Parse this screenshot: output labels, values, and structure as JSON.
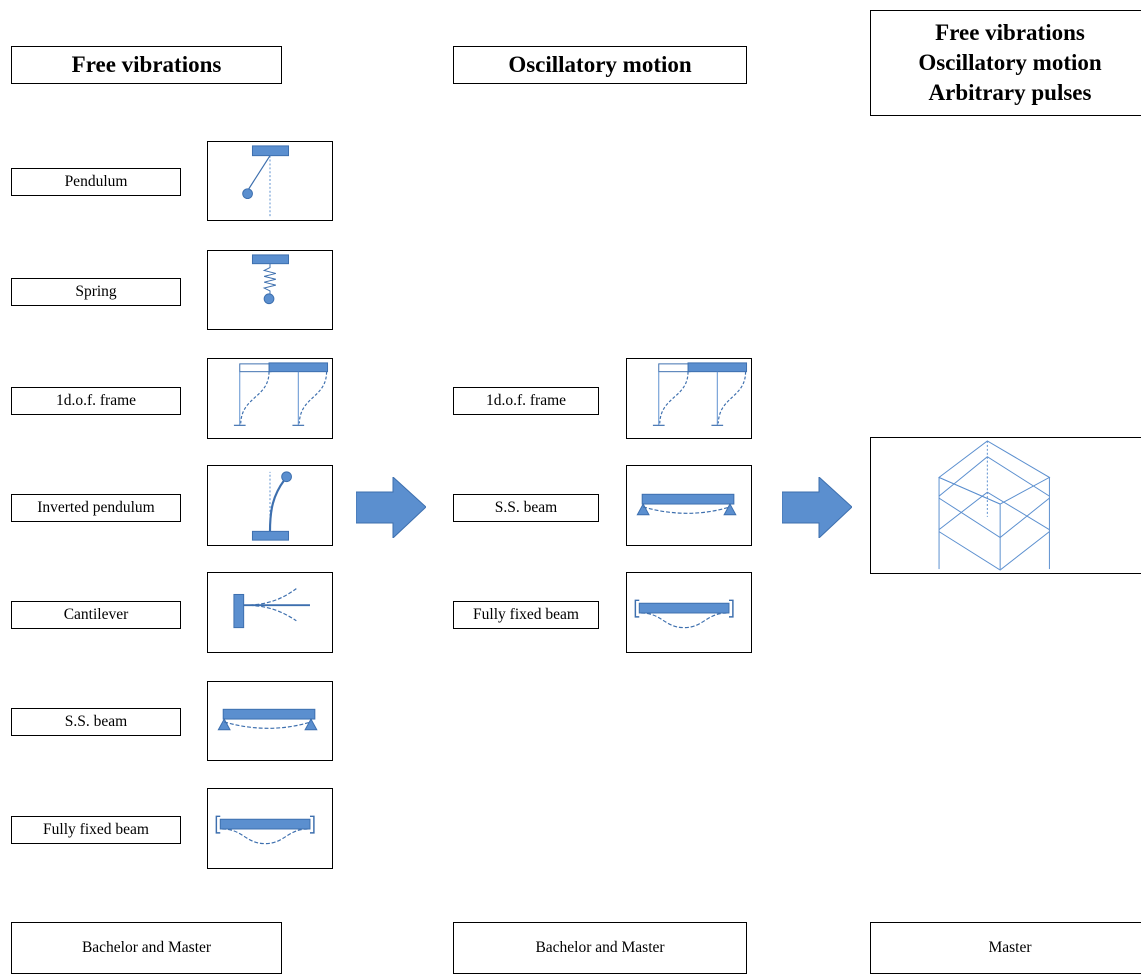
{
  "columns": [
    {
      "header": [
        "Free vibrations"
      ],
      "items": [
        {
          "label": "Pendulum",
          "figure": "pendulum"
        },
        {
          "label": "Spring",
          "figure": "spring"
        },
        {
          "label": "1d.o.f. frame",
          "figure": "frame"
        },
        {
          "label": "Inverted pendulum",
          "figure": "inverted-pendulum"
        },
        {
          "label": "Cantilever",
          "figure": "cantilever"
        },
        {
          "label": "S.S. beam",
          "figure": "ss-beam"
        },
        {
          "label": "Fully fixed beam",
          "figure": "fixed-beam"
        }
      ],
      "footer": "Bachelor and Master"
    },
    {
      "header": [
        "Oscillatory motion"
      ],
      "items": [
        {
          "label": "1d.o.f. frame",
          "figure": "frame"
        },
        {
          "label": "S.S. beam",
          "figure": "ss-beam"
        },
        {
          "label": "Fully fixed beam",
          "figure": "fixed-beam"
        }
      ],
      "footer": "Bachelor and Master"
    },
    {
      "header": [
        "Free vibrations",
        "Oscillatory motion",
        "Arbitrary pulses"
      ],
      "items": [
        {
          "label": "",
          "figure": "multistorey-frame"
        }
      ],
      "footer": "Master"
    }
  ],
  "colors": {
    "shape_fill": "#5b8fcf",
    "shape_stroke": "#3d6fae",
    "arrow_fill": "#5b8fcf"
  }
}
